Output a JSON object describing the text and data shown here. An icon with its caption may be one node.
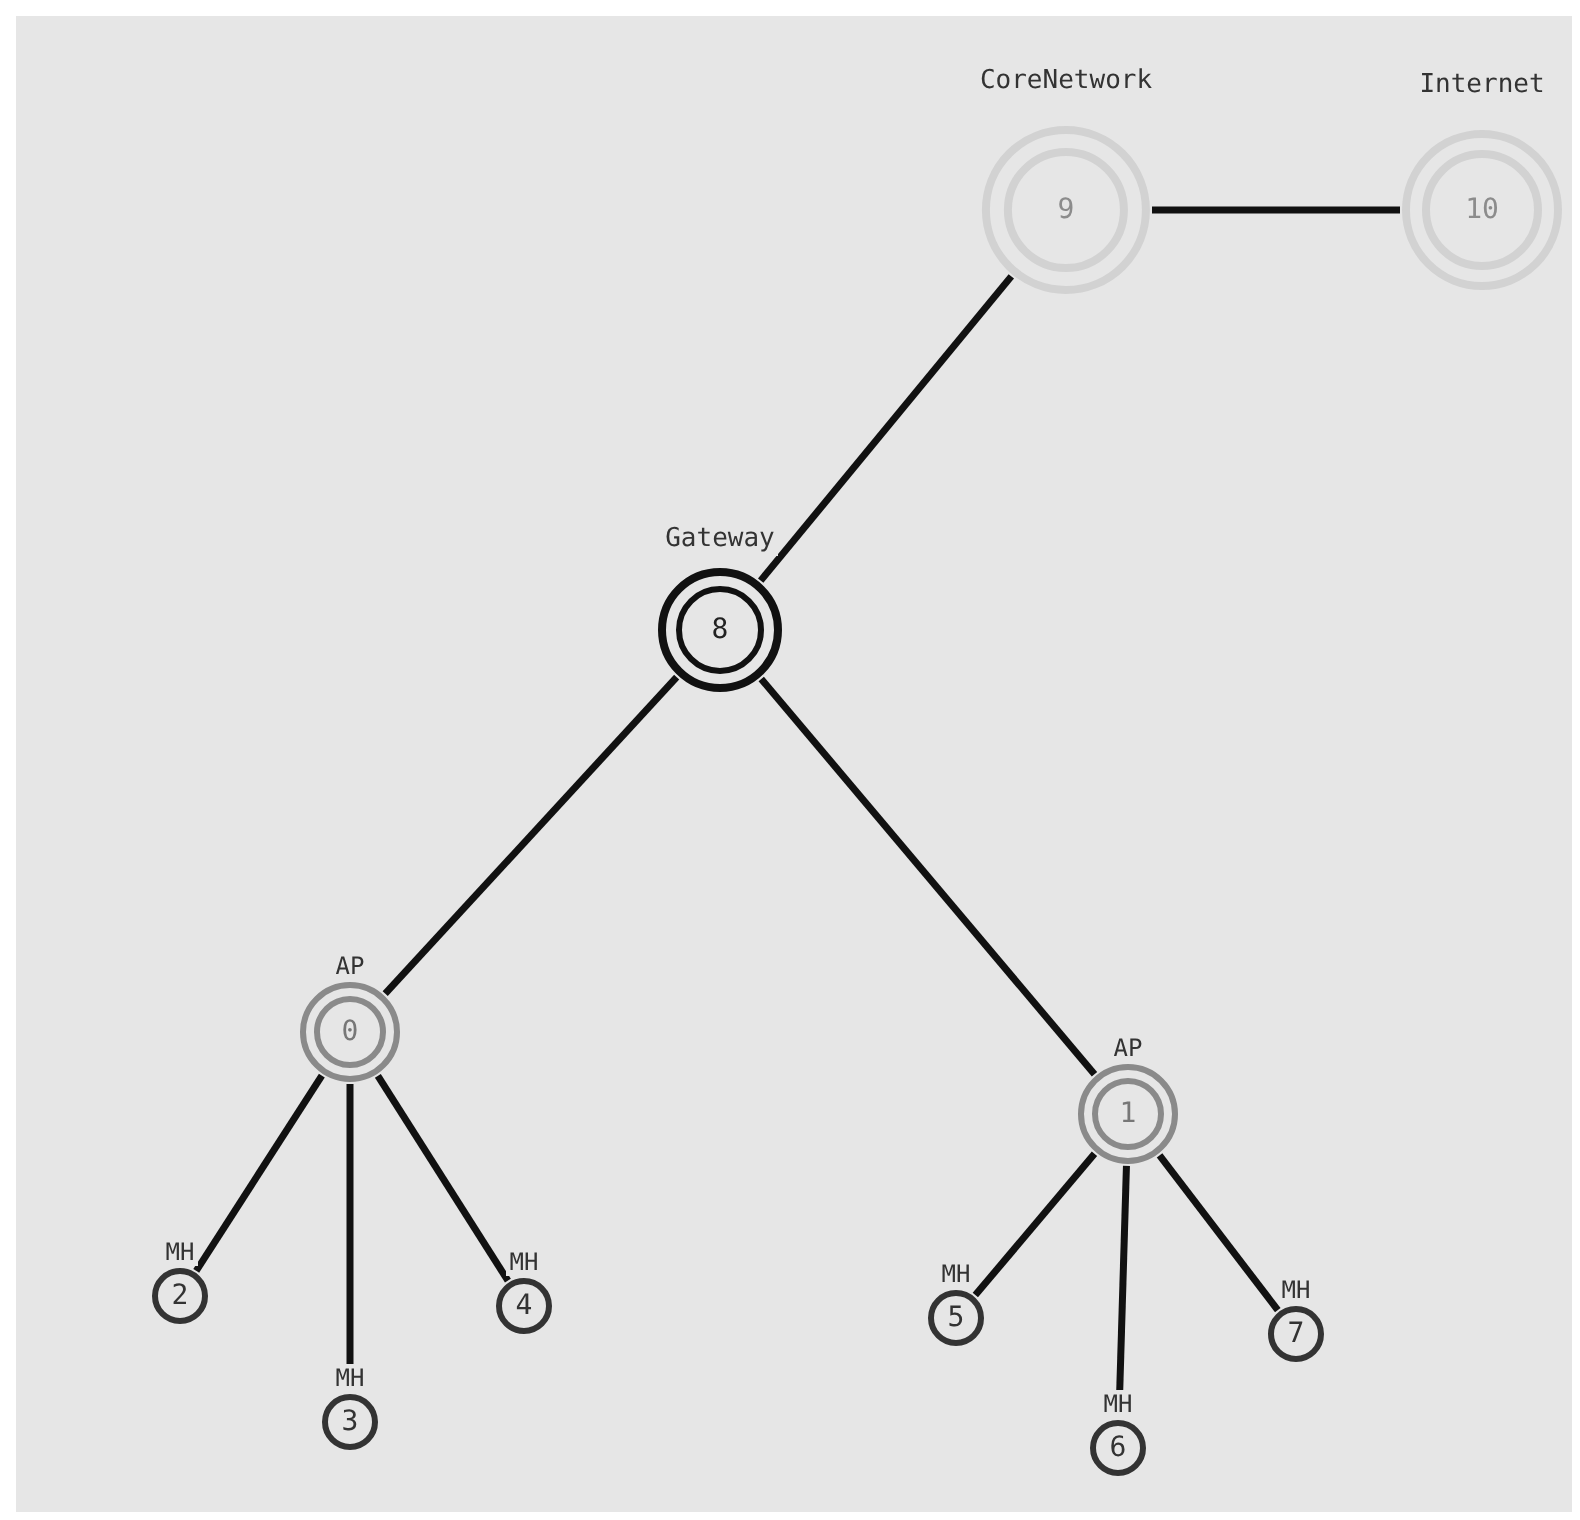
{
  "diagram": {
    "nodes": [
      {
        "text": [
          "CoreNetwork",
          "9"
        ]
      },
      {
        "text": [
          "Internet",
          "10"
        ]
      },
      {
        "text": [
          "Gateway",
          "8"
        ]
      },
      {
        "text": [
          "AP",
          "0"
        ]
      },
      {
        "text": [
          "AP",
          "1"
        ]
      },
      {
        "text": [
          "MH",
          "2"
        ]
      },
      {
        "text": [
          "MH",
          "4"
        ]
      },
      {
        "text": [
          "MH",
          "5"
        ]
      },
      {
        "text": [
          "MH",
          "7"
        ]
      },
      {
        "text": [
          "MH",
          "3"
        ]
      },
      {
        "text": [
          "MH",
          "6"
        ]
      }
    ],
    "edges": [
      {
        "from": 0,
        "to": 1,
        "arrow": "none"
      },
      {
        "from": 0,
        "to": 2,
        "arrow": "none"
      },
      {
        "from": 2,
        "to": 3,
        "arrow": "none"
      },
      {
        "from": 2,
        "to": 4,
        "arrow": "none"
      },
      {
        "from": 3,
        "to": 5,
        "arrow": "none"
      },
      {
        "from": 3,
        "to": 9,
        "arrow": "none"
      },
      {
        "from": 3,
        "to": 6,
        "arrow": "none"
      },
      {
        "from": 4,
        "to": 7,
        "arrow": "none"
      },
      {
        "from": 4,
        "to": 10,
        "arrow": "none"
      },
      {
        "from": 4,
        "to": 8,
        "arrow": "none"
      }
    ]
  }
}
